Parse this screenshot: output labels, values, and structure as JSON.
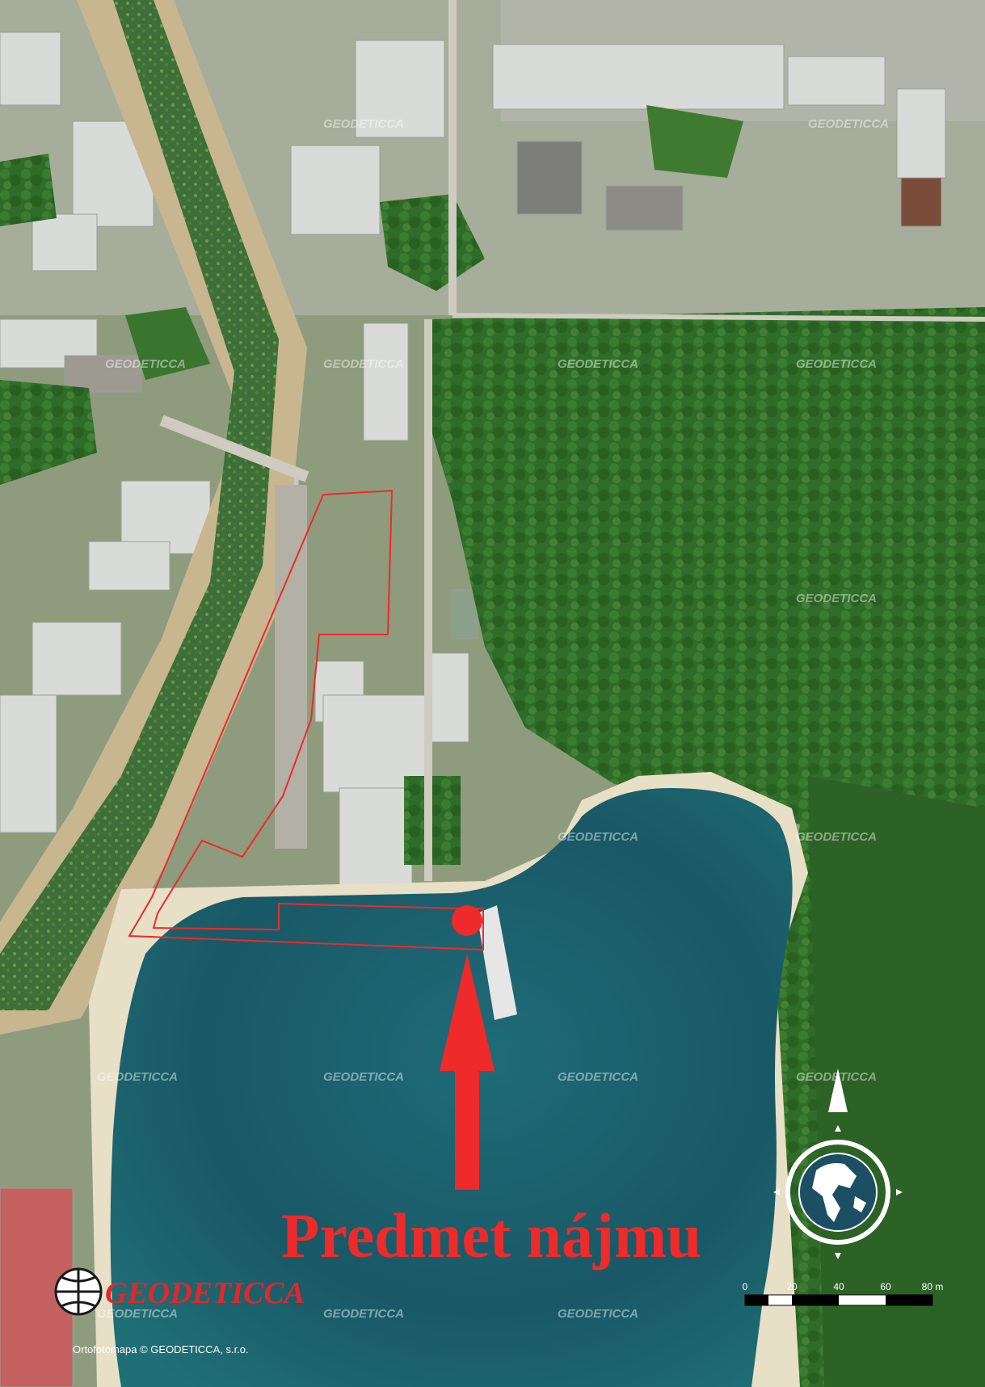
{
  "map": {
    "label": "Predmet nájmu",
    "watermark": "GEODETICCA",
    "brand": "GEODETICCA",
    "credit": "Ortofotomapa © GEODETICCA, s.r.o.",
    "scale": {
      "ticks": [
        "0",
        "20",
        "40",
        "60",
        "80 m"
      ]
    },
    "north_arrow": {
      "icon": "north-arrow-icon",
      "globe_icon": "globe-icon"
    },
    "colors": {
      "highlight": "#ee2a2a",
      "water": "#1a5f6b",
      "forest": "#2f6b2a"
    }
  }
}
